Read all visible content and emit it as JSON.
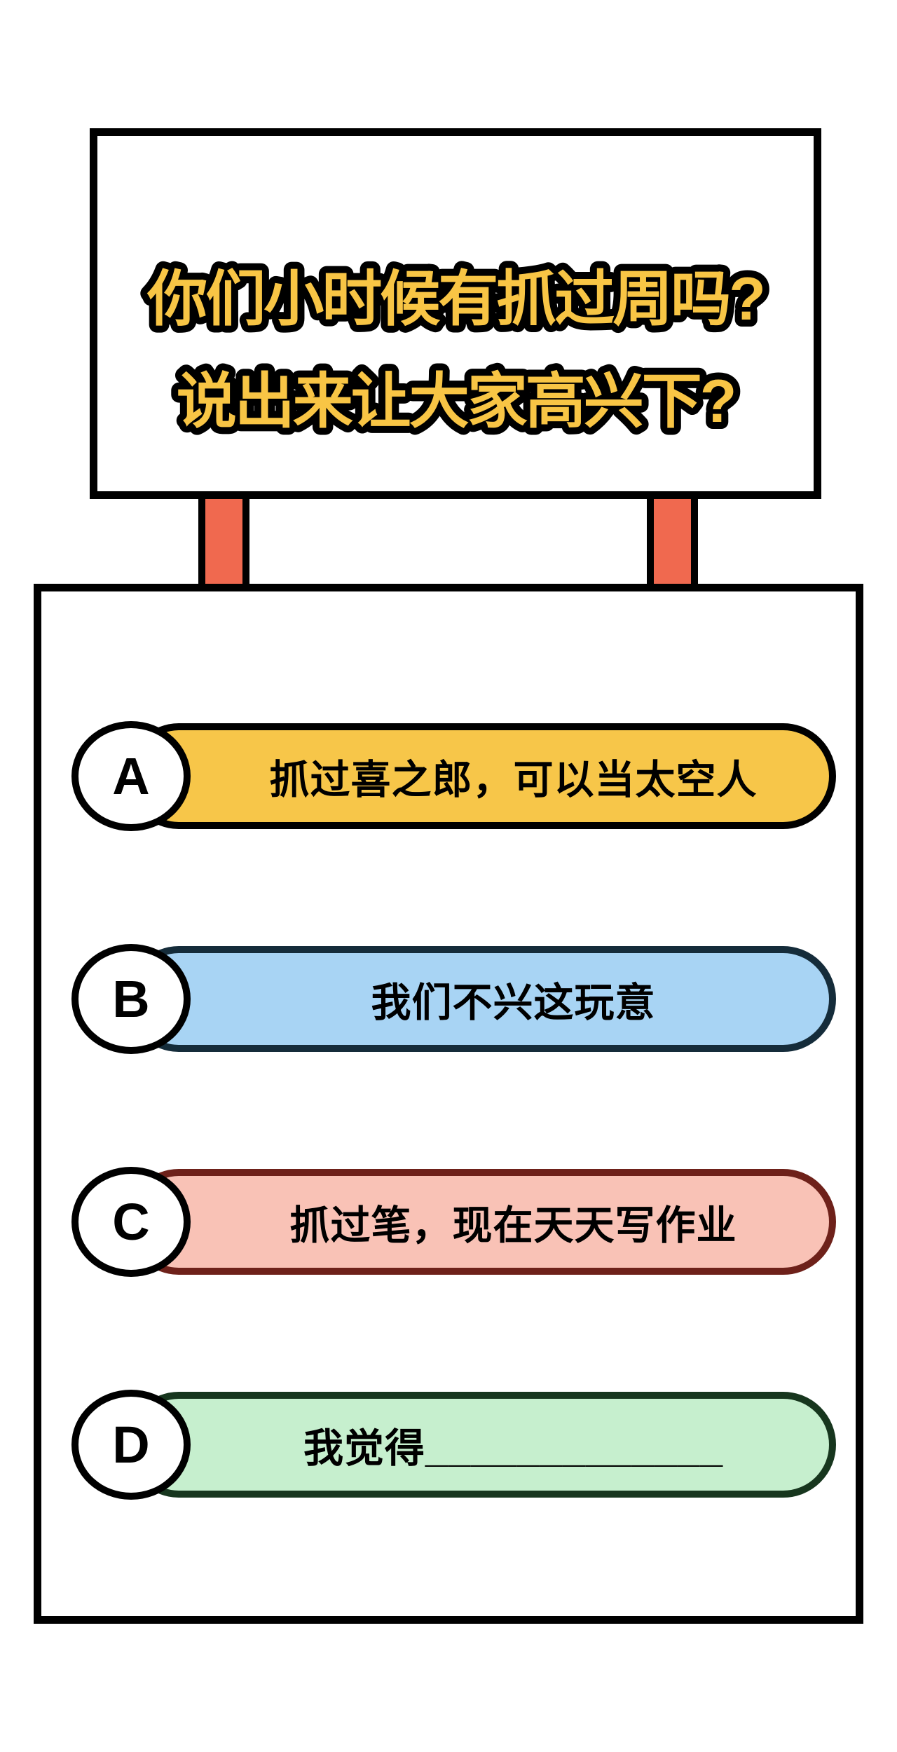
{
  "sign": {
    "title_line1": "你们小时候有抓过周吗?",
    "title_line2": "说出来让大家高兴下?",
    "title_color": "#F8C545",
    "title_outline": "#000000"
  },
  "posts": {
    "color": "#F0694F"
  },
  "options": [
    {
      "letter": "A",
      "text": "抓过喜之郎，可以当太空人",
      "fill": "#F7C649",
      "border": "#000000"
    },
    {
      "letter": "B",
      "text": "我们不兴这玩意",
      "fill": "#A8D4F4",
      "border": "#152C3A"
    },
    {
      "letter": "C",
      "text": "抓过笔，现在天天写作业",
      "fill": "#F9C2B6",
      "border": "#6E211A"
    },
    {
      "letter": "D",
      "text": "我觉得_____________",
      "fill": "#C6EFCE",
      "border": "#17361E"
    }
  ]
}
